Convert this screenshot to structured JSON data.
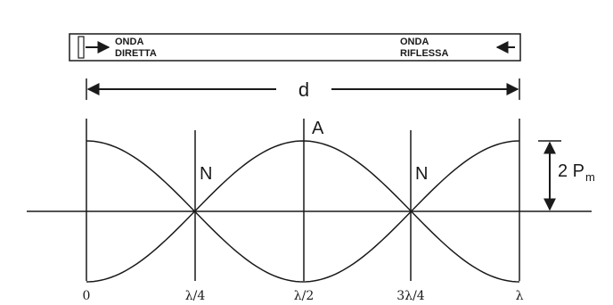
{
  "tube": {
    "direct_label_line1": "ONDA",
    "direct_label_line2": "DIRETTA",
    "reflected_label_line1": "ONDA",
    "reflected_label_line2": "RIFLESSA"
  },
  "dimension": {
    "label": "d"
  },
  "wave": {
    "node_label_left": "N",
    "node_label_right": "N",
    "antinode_label": "A",
    "amplitude_label_main": "2 P",
    "amplitude_label_sub": "m"
  },
  "axis": {
    "ticks": [
      "0",
      "λ/4",
      "λ/2",
      "3λ/4",
      "λ"
    ]
  },
  "colors": {
    "stroke": "#1a1a1a",
    "background": "#ffffff"
  }
}
